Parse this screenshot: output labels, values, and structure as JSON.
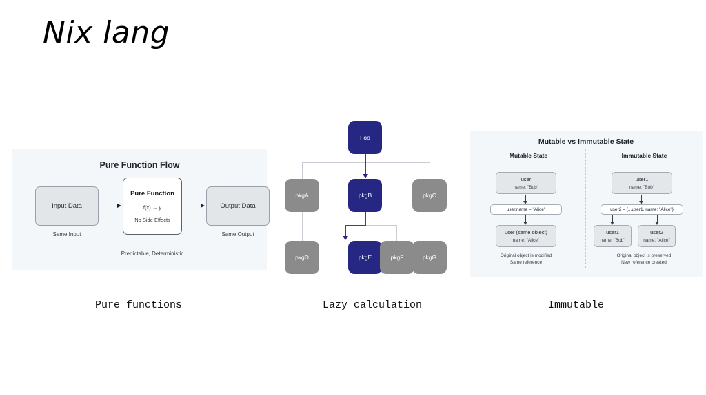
{
  "slide": {
    "title": "Nix lang"
  },
  "captions": {
    "pure": "Pure functions",
    "lazy": "Lazy calculation",
    "immutable": "Immutable"
  },
  "colors": {
    "panel_bg": "#f3f7fa",
    "node_navy": "#252783",
    "node_gray": "#8b8b8b",
    "box_gray": "#e4e7ea",
    "border_gray": "#9aa1ab",
    "edge_gray": "#c9cdd3",
    "text_dark": "#1a1f29"
  },
  "pure_function_panel": {
    "title": "Pure Function Flow",
    "input_box": {
      "label": "Input Data",
      "caption": "Same Input"
    },
    "function_box": {
      "title": "Pure Function",
      "expression": "f(x) → y",
      "note": "No Side Effects"
    },
    "output_box": {
      "label": "Output Data",
      "caption": "Same Output"
    },
    "footer": "Predictable, Deterministic"
  },
  "lazy_panel": {
    "nodes": [
      {
        "id": "foo",
        "label": "Foo",
        "state": "navy"
      },
      {
        "id": "pkgA",
        "label": "pkgA",
        "state": "gray"
      },
      {
        "id": "pkgB",
        "label": "pkgB",
        "state": "navy"
      },
      {
        "id": "pkgC",
        "label": "pkgC",
        "state": "gray"
      },
      {
        "id": "pkgD",
        "label": "pkgD",
        "state": "gray"
      },
      {
        "id": "pkgE",
        "label": "pkgE",
        "state": "navy"
      },
      {
        "id": "pkgF",
        "label": "pkgF",
        "state": "gray"
      },
      {
        "id": "pkgG",
        "label": "pkgG",
        "state": "gray"
      }
    ],
    "edges": [
      {
        "from": "foo",
        "to": "pkgA",
        "state": "inactive"
      },
      {
        "from": "foo",
        "to": "pkgB",
        "state": "active"
      },
      {
        "from": "foo",
        "to": "pkgC",
        "state": "inactive"
      },
      {
        "from": "pkgA",
        "to": "pkgD",
        "state": "inactive"
      },
      {
        "from": "pkgB",
        "to": "pkgE",
        "state": "active"
      },
      {
        "from": "pkgB",
        "to": "pkgF",
        "state": "inactive"
      },
      {
        "from": "pkgC",
        "to": "pkgG",
        "state": "inactive"
      }
    ]
  },
  "immutable_panel": {
    "title": "Mutable vs Immutable State",
    "mutable": {
      "column_title": "Mutable State",
      "box1_name": "user",
      "box1_prop": "name: \"Bob\"",
      "operation": "user.name = \"Alice\"",
      "box2_name": "user (same object)",
      "box2_prop": "name: \"Alice\"",
      "caption_line1": "Original object is modified",
      "caption_line2": "Same reference"
    },
    "immutable": {
      "column_title": "Immutable State",
      "box1_name": "user1",
      "box1_prop": "name: \"Bob\"",
      "operation": "user2 = {...user1, name: \"Alice\"}",
      "box2_name": "user1",
      "box2_prop": "name: \"Bob\"",
      "box3_name": "user2",
      "box3_prop": "name: \"Alice\"",
      "caption_line1": "Original object is preserved",
      "caption_line2": "New reference created"
    }
  }
}
